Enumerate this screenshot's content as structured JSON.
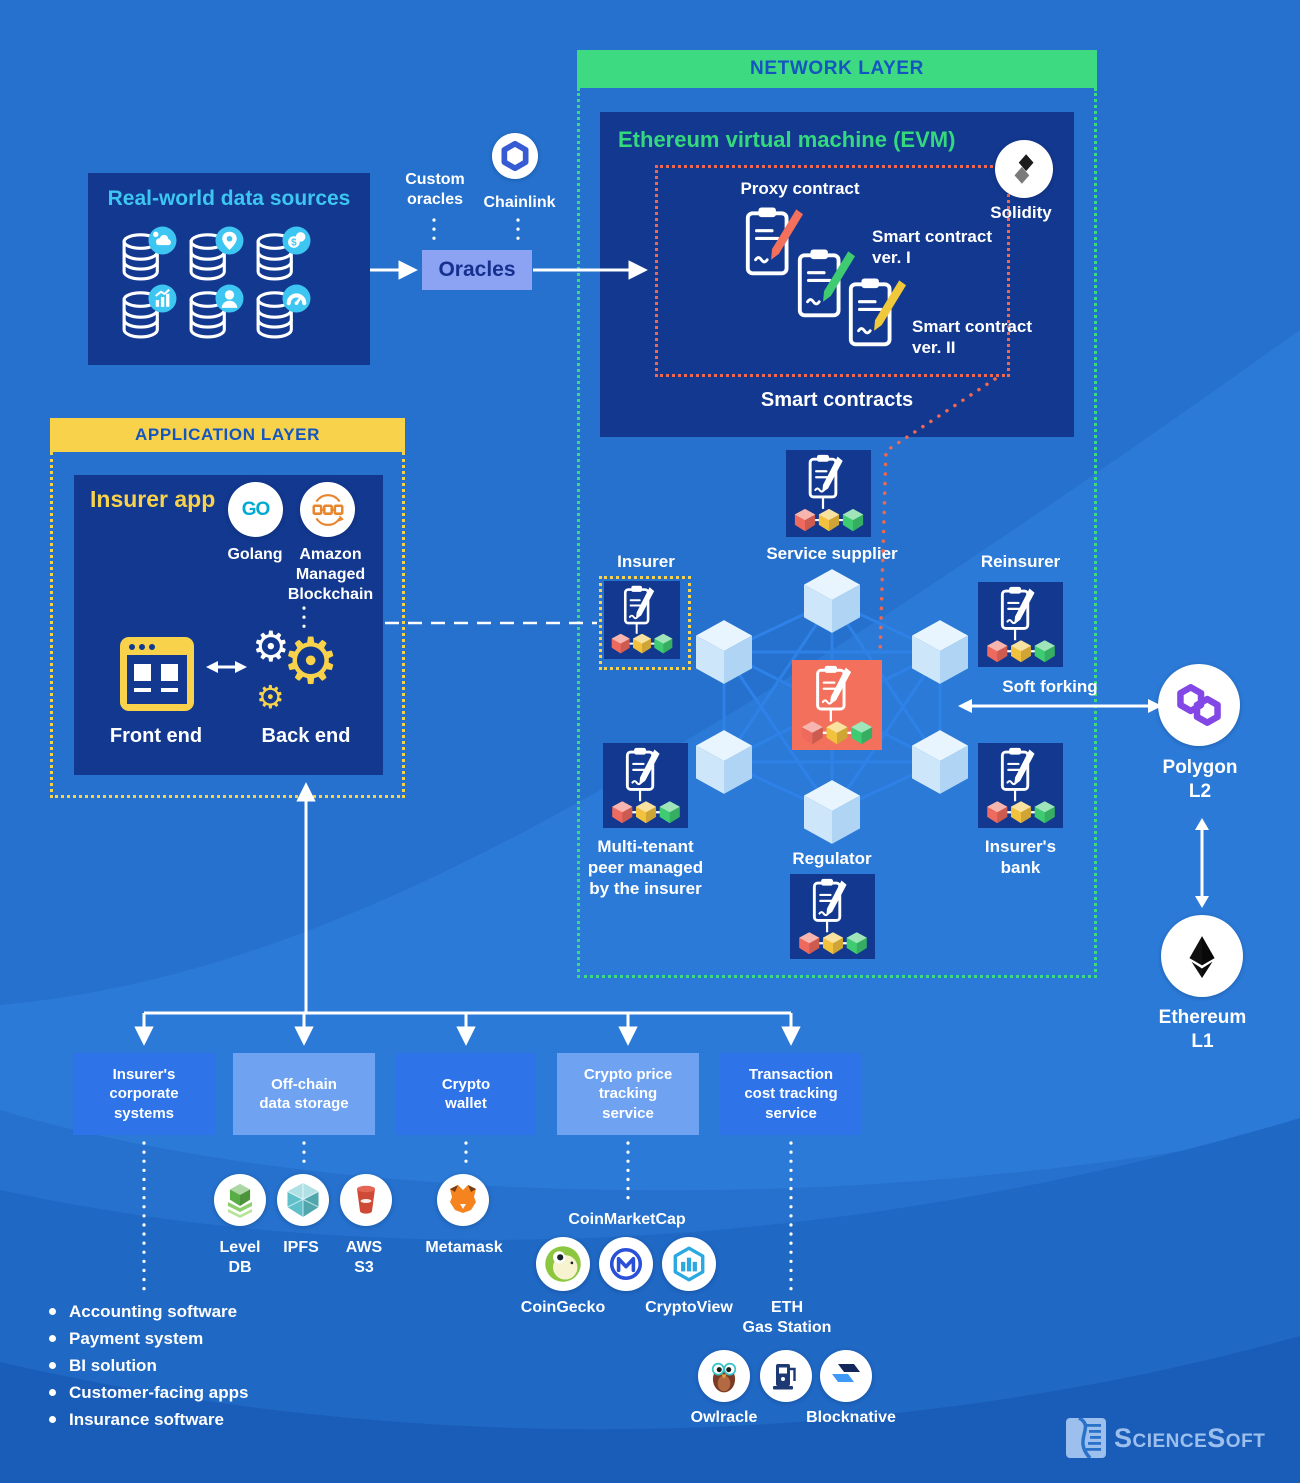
{
  "palette": {
    "background": "#2571cd",
    "panel_navy": "#12388f",
    "layer_green": "#3eda81",
    "evm_title_green": "#35d97d",
    "layer_yellow": "#f8d24a",
    "header_text_blue": "#1356c0",
    "accent_red": "#f2705c",
    "red_dotted": "#f2674d",
    "cyan": "#3dc6f2",
    "oracles_periwinkle": "#8ca3f3",
    "box_blue": "#2e74e8",
    "box_light_blue": "#6fa3f2",
    "network_line_blue": "#2f82e8",
    "polygon_purple": "#8247e5",
    "chainlink_blue": "#375bd2",
    "sciencesoft_blue": "#9cbfee"
  },
  "data_sources": {
    "title": "Real-world data sources",
    "icons": [
      "database-weather-icon",
      "database-location-icon",
      "database-finance-icon",
      "database-analytics-icon",
      "database-user-icon",
      "database-gauge-icon"
    ]
  },
  "oracle": {
    "custom": "Custom oracles",
    "chainlink": "Chainlink",
    "button": "Oracles"
  },
  "network": {
    "header": "NETWORK LAYER",
    "evm_title": "Ethereum virtual machine (EVM)",
    "solidity": "Solidity",
    "proxy": "Proxy contract",
    "ver1": "Smart contract\nver. I",
    "ver2": "Smart contract\nver. II",
    "caption": "Smart contracts",
    "nodes": {
      "service_supplier": "Service supplier",
      "insurer": "Insurer",
      "reinsurer": "Reinsurer",
      "multi_tenant": "Multi-tenant\npeer managed\nby the insurer",
      "regulator": "Regulator",
      "insurers_bank": "Insurer's\nbank"
    }
  },
  "side": {
    "soft_forking": "Soft forking",
    "polygon": "Polygon",
    "polygon_layer": "L2",
    "ethereum": "Ethereum",
    "ethereum_layer": "L1"
  },
  "app": {
    "header": "APPLICATION LAYER",
    "title": "Insurer app",
    "golang": "Golang",
    "golang_logo": "GO",
    "amazon": "Amazon\nManaged\nBlockchain",
    "front": "Front end",
    "back": "Back end"
  },
  "bottom_boxes": [
    {
      "label": "Insurer's\ncorporate\nsystems"
    },
    {
      "label": "Off-chain\ndata storage"
    },
    {
      "label": "Crypto\nwallet"
    },
    {
      "label": "Crypto price\ntracking\nservice"
    },
    {
      "label": "Transaction\ncost tracking\nservice"
    }
  ],
  "tools": {
    "leveldb": "Level\nDB",
    "ipfs": "IPFS",
    "aws_s3": "AWS\nS3",
    "metamask": "Metamask",
    "coinmarketcap": "CoinMarketCap",
    "coingecko": "CoinGecko",
    "cryptoview": "CryptoView",
    "eth_gas_station": "ETH\nGas Station",
    "owlracle": "Owlracle",
    "blocknative": "Blocknative"
  },
  "corporate_systems": [
    "Accounting software",
    "Payment system",
    "BI solution",
    "Customer-facing apps",
    "Insurance software"
  ],
  "brand": {
    "name": "ScienceSoft"
  }
}
